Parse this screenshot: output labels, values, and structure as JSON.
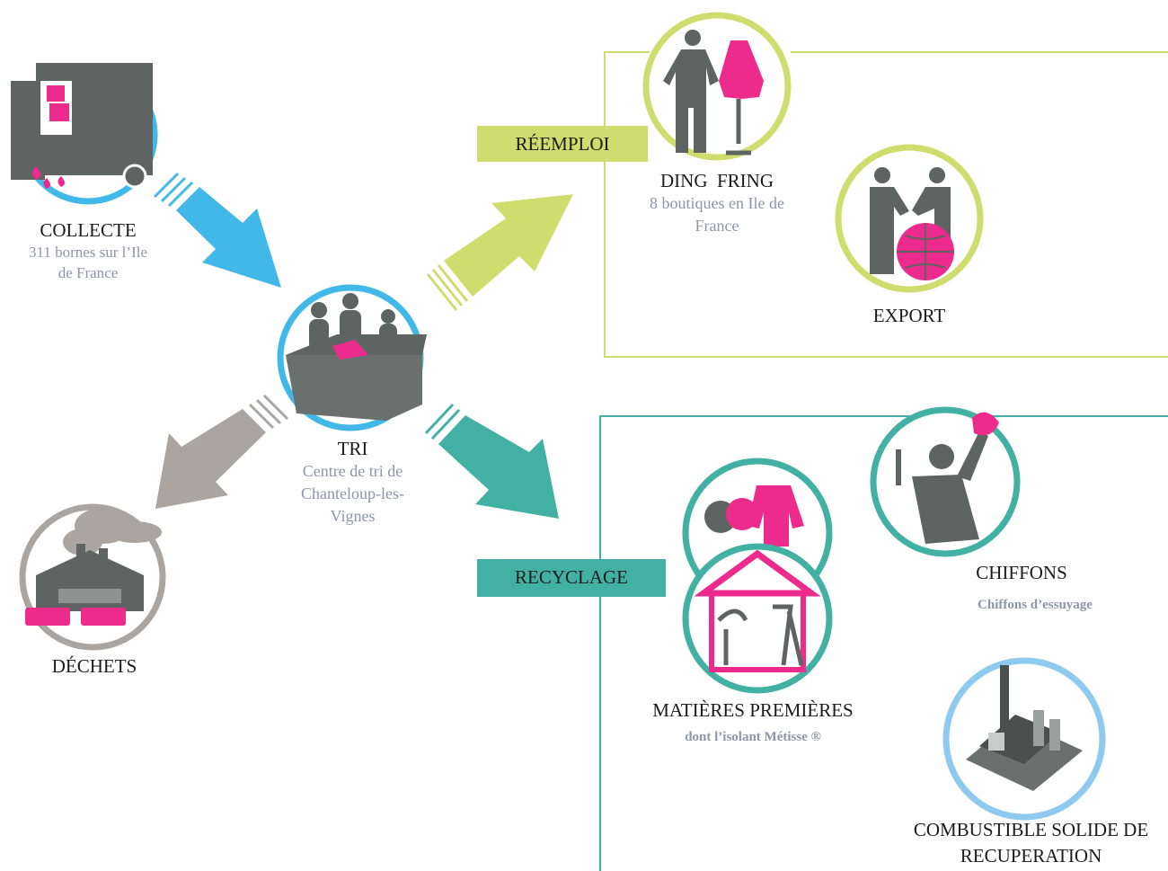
{
  "colors": {
    "blue": "#41b8e8",
    "green": "#cfdd6e",
    "teal": "#42b1a3",
    "grey": "#aba5a1",
    "pink": "#ec2b8c",
    "dark": "#5e6462",
    "subtext": "#8c96a8",
    "light_blue": "#8ec9ef"
  },
  "nodes": {
    "collecte": {
      "title": "COLLECTE",
      "subtitle": "311 bornes sur l’Ile de France",
      "icon": "truck-icon"
    },
    "tri": {
      "title": "TRI",
      "subtitle": "Centre de tri de Chanteloup-les-Vignes",
      "icon": "sorting-table-icon"
    },
    "dechets": {
      "title": "DÉCHETS",
      "icon": "factory-icon"
    },
    "ding_fring": {
      "title": "DING  FRING",
      "subtitle": "8 boutiques en Ile de France",
      "icon": "shop-mannequin-icon"
    },
    "export": {
      "title": "EXPORT",
      "icon": "handshake-globe-icon"
    },
    "matieres": {
      "title": "MATIÈRES PREMIÈRES",
      "subtitle": "dont l’isolant Métisse ®",
      "icon": "yarn-insulation-icon"
    },
    "chiffons": {
      "title": "CHIFFONS",
      "subtitle": "Chiffons d’essuyage",
      "icon": "cleaning-cloth-icon"
    },
    "combustible": {
      "title": "COMBUSTIBLE SOLIDE DE RECUPERATION",
      "icon": "plant-icon"
    }
  },
  "tags": {
    "reemploi": "RÉEMPLOI",
    "recyclage": "RECYCLAGE"
  }
}
